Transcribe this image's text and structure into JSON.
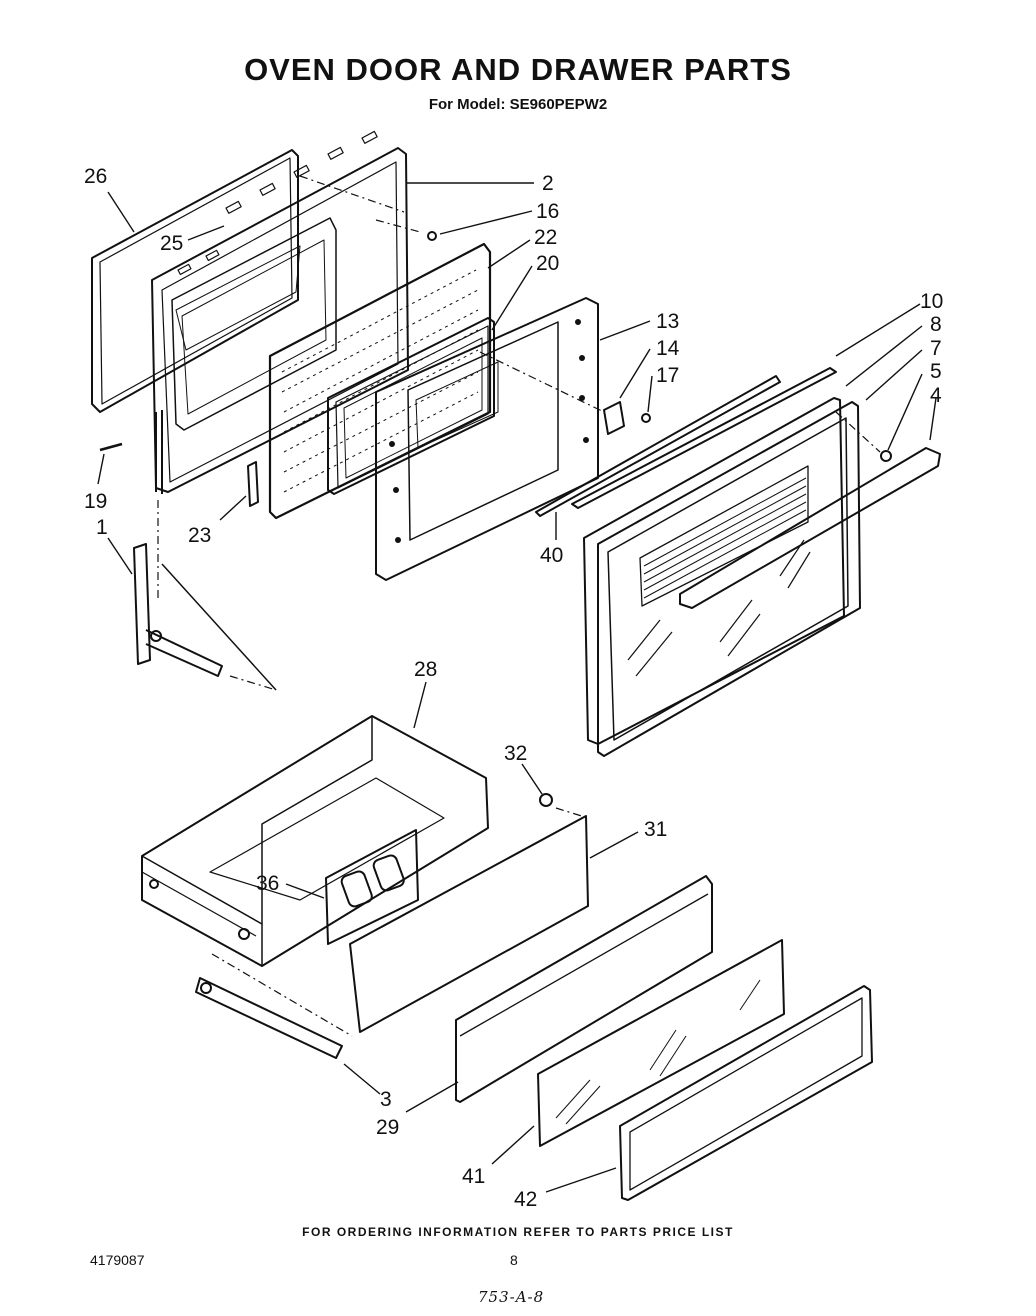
{
  "title": "OVEN DOOR AND DRAWER PARTS",
  "subtitle": "For Model: SE960PEPW2",
  "callouts": [
    "26",
    "2",
    "16",
    "25",
    "22",
    "20",
    "13",
    "10",
    "8",
    "14",
    "7",
    "17",
    "5",
    "4",
    "19",
    "1",
    "23",
    "40",
    "28",
    "32",
    "31",
    "36",
    "3",
    "29",
    "41",
    "42"
  ],
  "footer": {
    "ordering_note": "FOR ORDERING INFORMATION REFER TO PARTS PRICE LIST",
    "document_number": "4179087",
    "page_number": "8",
    "handwritten_code": "753-A-8"
  }
}
